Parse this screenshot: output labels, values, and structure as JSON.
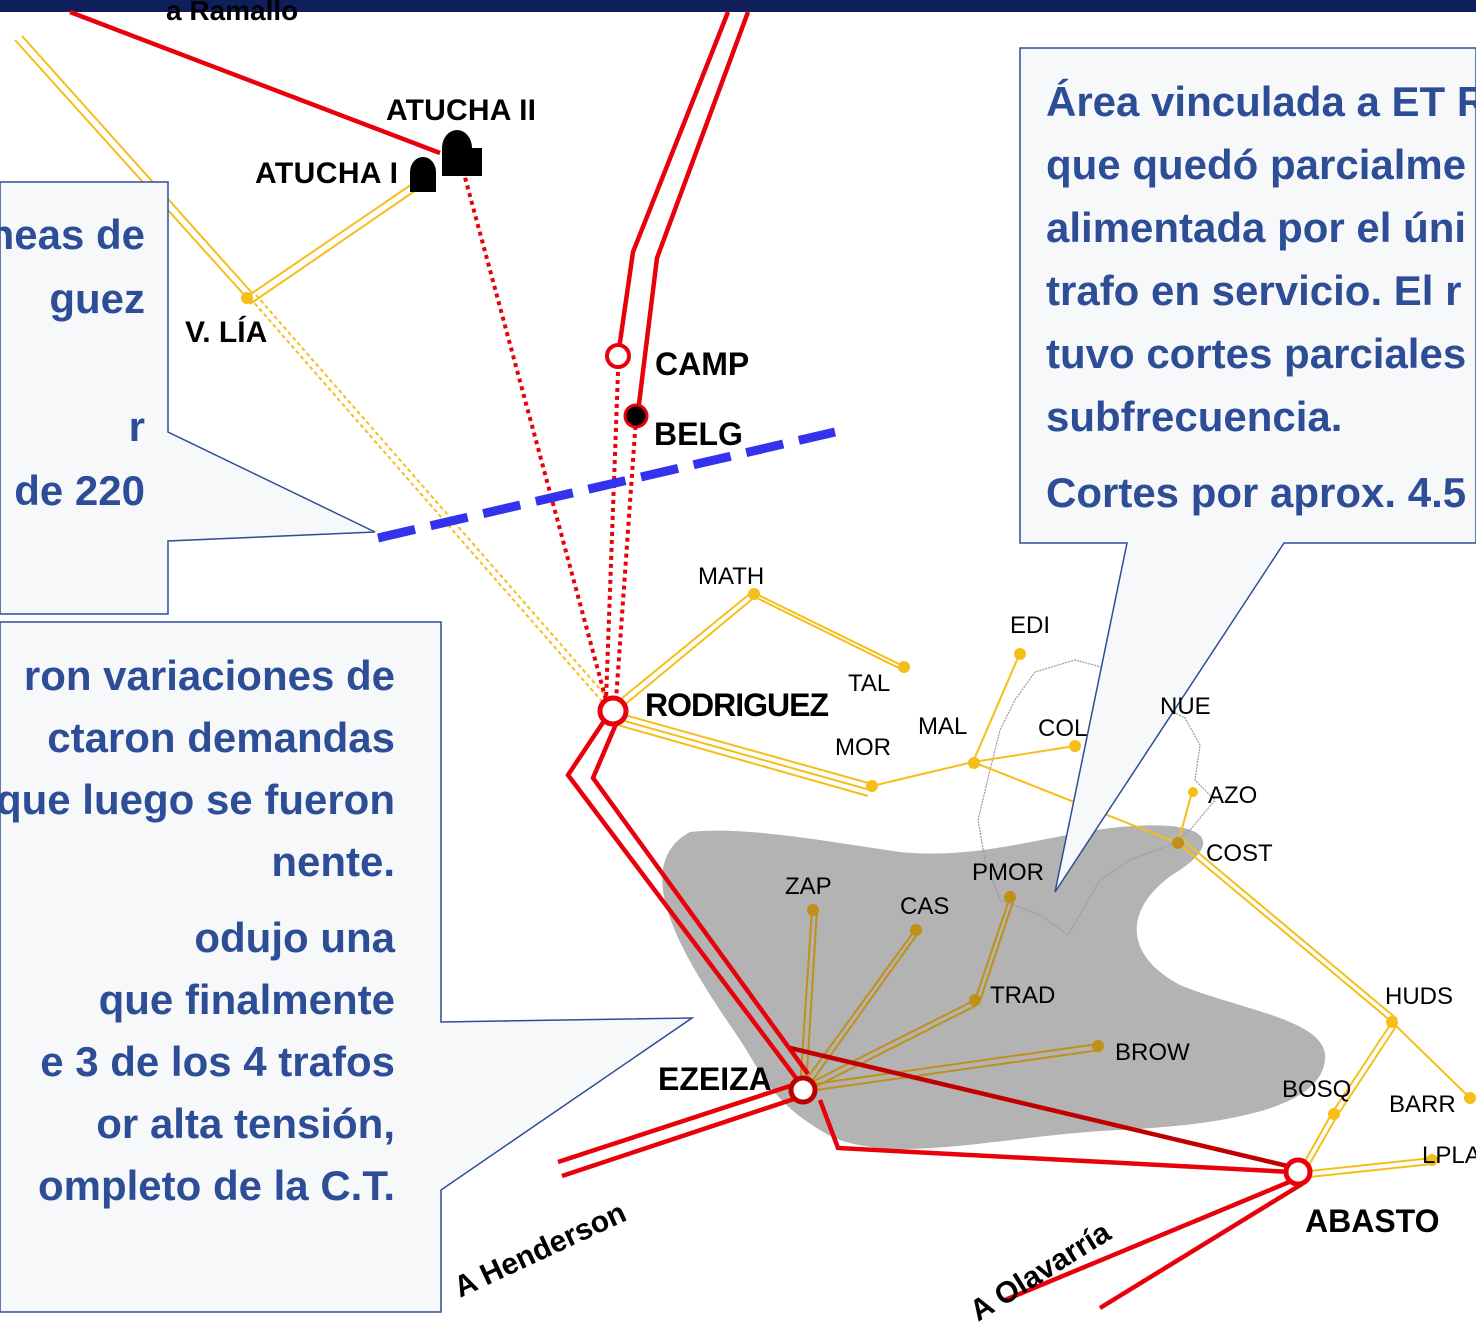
{
  "colors": {
    "line_500kv": "#e8000b",
    "line_500kv_dark": "#c00000",
    "line_220kv": "#f6be18",
    "line_220kv_dark": "#c09018",
    "cut_line": "#3333ee",
    "callout_text": "#2d4e96",
    "callout_border": "#2d4e96",
    "callout_bg": "#f7f8fa",
    "area_fill": "#b3b3b3",
    "top_bar": "#0f1f5c"
  },
  "callouts": {
    "right": {
      "lines": [
        "Área vinculada a ET R",
        "que quedó parcialme",
        "alimentada por el úni",
        "trafo en servicio. El r",
        "tuvo cortes parciales",
        "subfrecuencia."
      ],
      "extra": "Cortes por aprox. 4.5"
    },
    "left_top": {
      "lines": [
        "neas de",
        "guez",
        "",
        "r",
        "de 220"
      ]
    },
    "left_bottom": {
      "lines": [
        "ron variaciones de",
        "ctaron demandas",
        "que luego se fueron",
        "nente."
      ],
      "lines2": [
        "odujo una",
        "que finalmente",
        "e 3 de los 4 trafos",
        "or alta tensión,",
        "ompleto de la C.T."
      ]
    }
  },
  "labels": {
    "ramallo": "a Ramallo",
    "atucha2": "ATUCHA II",
    "atucha1": "ATUCHA I",
    "vlia": "V. LÍA",
    "camp": "CAMP",
    "belg": "BELG",
    "math": "MATH",
    "tal": "TAL",
    "rodriguez": "RODRIGUEZ",
    "edi": "EDI",
    "mal": "MAL",
    "mor": "MOR",
    "col": "COL",
    "nue": "NUE",
    "azo": "AZO",
    "cost": "COST",
    "pmor": "PMOR",
    "zap": "ZAP",
    "cas": "CAS",
    "trad": "TRAD",
    "brow": "BROW",
    "hud": "HUDS",
    "bosq": "BOSQ",
    "barr": "BARR",
    "lpla": "LPLA",
    "ezeiza": "EZEIZA",
    "abasto": "ABASTO",
    "henderson": "A Henderson",
    "olavarria": "A Olavarría"
  }
}
